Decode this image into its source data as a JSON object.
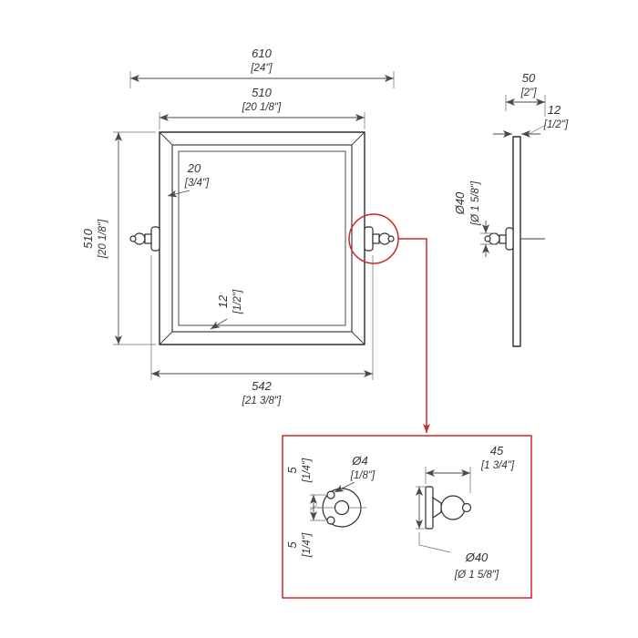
{
  "drawing": {
    "front": {
      "outer": {
        "mm": "610",
        "in": "[24\"]"
      },
      "inner": {
        "mm": "510",
        "in": "[20 1/8\"]"
      },
      "height": {
        "mm": "510",
        "in": "[20 1/8\"]"
      },
      "frame": {
        "mm": "20",
        "in": "[3/4\"]"
      },
      "bevel": {
        "mm": "12",
        "in": "[1/2\"]"
      },
      "span": {
        "mm": "542",
        "in": "[21 3/8\"]"
      }
    },
    "side": {
      "depth": {
        "mm": "50",
        "in": "[2\"]"
      },
      "thickness": {
        "mm": "12",
        "in": "[1/2\"]"
      },
      "knob_dia": {
        "mm": "Ø40",
        "in": "[Ø 1 5/8\"]"
      }
    },
    "detail": {
      "offset_top": {
        "mm": "5",
        "in": "[1/4\"]"
      },
      "offset_bottom": {
        "mm": "5",
        "in": "[1/4\"]"
      },
      "hole_dia": {
        "mm": "Ø4",
        "in": "[1/8\"]"
      },
      "length": {
        "mm": "45",
        "in": "[1 3/4\"]"
      },
      "flange_dia": {
        "mm": "Ø40",
        "in": "[Ø 1 5/8\"]"
      }
    },
    "colors": {
      "accent_red": "#cc2a2a",
      "line": "#2e2e2e",
      "dim": "#4a4a4a",
      "text": "#333333"
    }
  }
}
